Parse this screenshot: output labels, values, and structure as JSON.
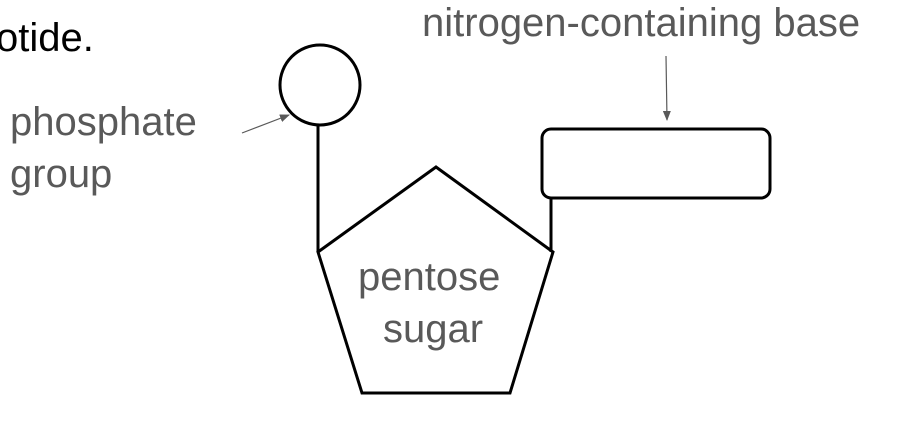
{
  "diagram": {
    "title_fragment": "otide.",
    "labels": {
      "phosphate_line1": "phosphate",
      "phosphate_line2": "group",
      "nitrogen_base": "nitrogen-containing base",
      "sugar_line1": "pentose",
      "sugar_line2": "sugar"
    },
    "colors": {
      "shape_stroke": "#000000",
      "label_text": "#595959",
      "arrow": "#595959",
      "background": "#ffffff"
    }
  }
}
